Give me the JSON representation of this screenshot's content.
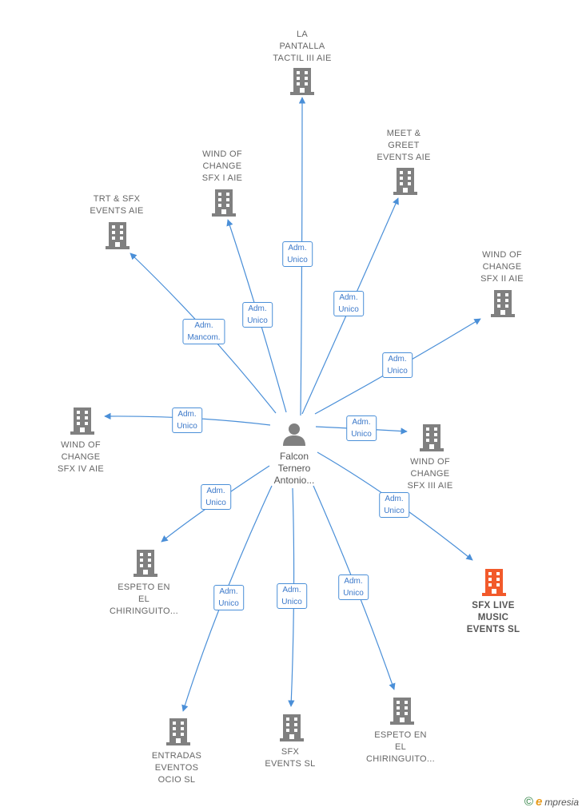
{
  "colors": {
    "edge": "#4a8fd8",
    "company": "#808080",
    "company_highlight": "#f25a2b",
    "person": "#808080"
  },
  "person": {
    "label": "Falcon\nTernero\nAntonio..."
  },
  "nodes": [
    {
      "id": "la-pantalla",
      "label": "LA\nPANTALLA\nTACTIL III  AIE",
      "rel": "Adm.\nUnico"
    },
    {
      "id": "meet-greet",
      "label": "MEET &\nGREET\nEVENTS AIE",
      "rel": "Adm.\nUnico"
    },
    {
      "id": "wind-sfx-i",
      "label": "WIND OF\nCHANGE\nSFX I AIE",
      "rel": "Adm.\nUnico"
    },
    {
      "id": "trt-sfx",
      "label": "TRT & SFX\nEVENTS AIE",
      "rel": "Adm.\nMancom."
    },
    {
      "id": "wind-sfx-ii",
      "label": "WIND OF\nCHANGE\nSFX II AIE",
      "rel": "Adm.\nUnico"
    },
    {
      "id": "wind-sfx-iv",
      "label": "WIND OF\nCHANGE\nSFX IV AIE",
      "rel": "Adm.\nUnico"
    },
    {
      "id": "wind-sfx-iii",
      "label": "WIND OF\nCHANGE\nSFX III AIE",
      "rel": "Adm.\nUnico"
    },
    {
      "id": "sfx-live",
      "label": "SFX LIVE\nMUSIC\nEVENTS  SL",
      "rel": "Adm.\nUnico",
      "highlight": true
    },
    {
      "id": "espeto-1",
      "label": "ESPETO EN\nEL\nCHIRINGUITO...",
      "rel": "Adm.\nUnico"
    },
    {
      "id": "entradas",
      "label": "ENTRADAS\nEVENTOS\nOCIO  SL",
      "rel": "Adm.\nUnico"
    },
    {
      "id": "sfx-events",
      "label": "SFX\nEVENTS  SL",
      "rel": "Adm.\nUnico"
    },
    {
      "id": "espeto-2",
      "label": "ESPETO EN\nEL\nCHIRINGUITO...",
      "rel": "Adm.\nUnico"
    }
  ],
  "footer": {
    "copyright": "©",
    "brand_initial": "e",
    "brand_rest": "mpresia"
  }
}
